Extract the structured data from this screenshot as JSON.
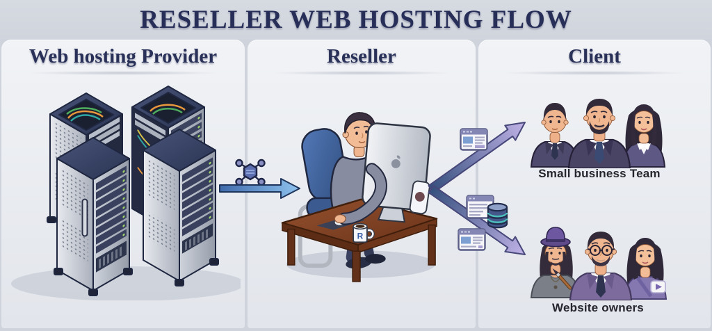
{
  "title": "RESELLER WEB HOSTING FLOW",
  "columns": {
    "provider": {
      "header": "Web hosting Provider"
    },
    "reseller": {
      "header": "Reseller"
    },
    "client": {
      "header": "Client"
    }
  },
  "client_groups": {
    "small_business": {
      "label": "Small business Team"
    },
    "website_owners": {
      "label": "Website owners"
    }
  },
  "reseller_scene": {
    "mug_letter": "R"
  },
  "icons": {
    "network_node": "network-node-icon",
    "provider_to_reseller": "arrow-right-icon",
    "reseller_to_team": "arrow-up-right-icon",
    "reseller_to_owners": "arrow-down-right-icon",
    "browser_top": "browser-window-icon",
    "browser_database": "browser-database-icon",
    "browser_bottom": "browser-window-icon"
  },
  "colors": {
    "title_navy": "#272f58",
    "band_bg": "#d2d6de",
    "panel_bg": "#eef0f4",
    "arrow_blue": "#5f93d0",
    "arrow_purple_light": "#c0b2e6",
    "suit_purple": "#55507a",
    "desk_brown": "#7c4128"
  }
}
